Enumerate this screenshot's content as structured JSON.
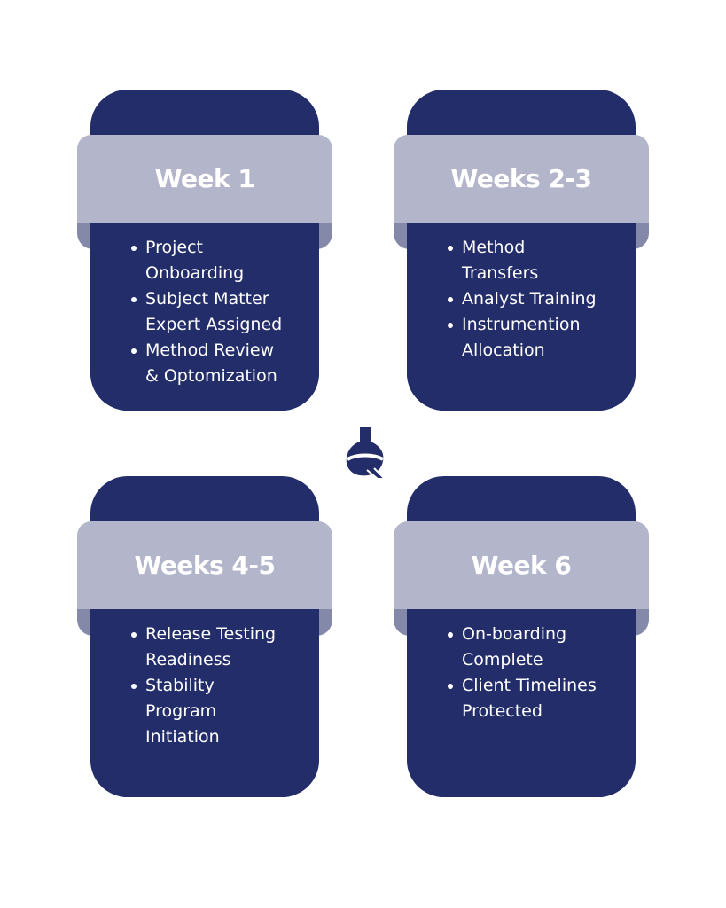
{
  "cards": [
    {
      "title": "Week 1",
      "items": [
        [
          "Project",
          "Onboarding"
        ],
        [
          "Subject Matter",
          "Expert Assigned"
        ],
        [
          "Method Review",
          "& Optomization"
        ]
      ]
    },
    {
      "title": "Weeks 2-3",
      "items": [
        [
          "Method",
          "Transfers"
        ],
        [
          "Analyst Training"
        ],
        [
          "Instrumention",
          "Allocation"
        ]
      ]
    },
    {
      "title": "Weeks 4-5",
      "items": [
        [
          "Release Testing",
          "Readiness"
        ],
        [
          "Stability",
          "Program",
          "Initiation"
        ]
      ]
    },
    {
      "title": "Week 6",
      "items": [
        [
          "On-boarding",
          "Complete"
        ],
        [
          "Client Timelines",
          "Protected"
        ]
      ]
    }
  ],
  "colors": {
    "navy": "#232d69",
    "ribbon": "#b3b5cb",
    "fold": "#8589a9"
  },
  "logo": {
    "icon": "flask-q-logo"
  }
}
